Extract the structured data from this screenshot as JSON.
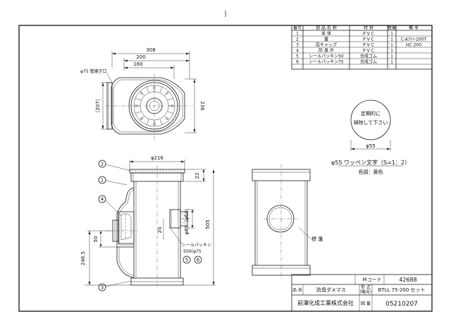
{
  "top_mark": "|",
  "parts_table": {
    "headers": [
      "番号",
      "部 品 名 称",
      "材 質",
      "数量",
      "備 考"
    ],
    "rows": [
      [
        "1",
        "本 体",
        "P V C",
        "1",
        ""
      ],
      [
        "2",
        "蓋",
        "P V C",
        "1",
        "C-Aﾗｲﾄ-200T"
      ],
      [
        "3",
        "底キャップ",
        "P V C",
        "1",
        "HC 200"
      ],
      [
        "4",
        "防 臭 弁",
        "P V C",
        "1",
        ""
      ],
      [
        "5",
        "シールパッキン50",
        "合成ゴム",
        "1",
        ""
      ],
      [
        "6",
        "シールパッキン75",
        "合成ゴム",
        "1",
        ""
      ]
    ]
  },
  "plan_view": {
    "dim_overall": "308",
    "dim_mid": "200",
    "dim_inner": "160",
    "inlet_label": "φ75 管継ぎ口",
    "dim_left": "（207）",
    "dim_right": "236"
  },
  "emblem": {
    "line1": "定期的に",
    "line2": "掃除して下さい",
    "dim": "φ55",
    "caption": "φ55 ワッペン文字（S=1：2）",
    "color_note": "色調：黄色"
  },
  "section_view": {
    "dim_top": "φ216",
    "dim_22": "22",
    "dim_505": "505",
    "dim_outlet": "φ89（φ60）",
    "dim_20": "20",
    "dim_50": "50",
    "dim_246": "246.5",
    "seal_label": "シールパッキン",
    "seal_size": "50X(φ75",
    "callouts": [
      "1",
      "2",
      "3",
      "4",
      "5",
      "6"
    ]
  },
  "side_view": {
    "label": "標 箋"
  },
  "title_block": {
    "mcode_label": "Mコード",
    "mcode_value": "42688",
    "name_label": "品 名",
    "name_value": "防臭ダメマス",
    "model_label1": "型 式",
    "model_label2": "（略号）",
    "model_value": "BTLL 75-200 セット",
    "company": "前澤化成工業株式会社",
    "drawing_no_label": "図 番",
    "drawing_no": "05210207"
  }
}
